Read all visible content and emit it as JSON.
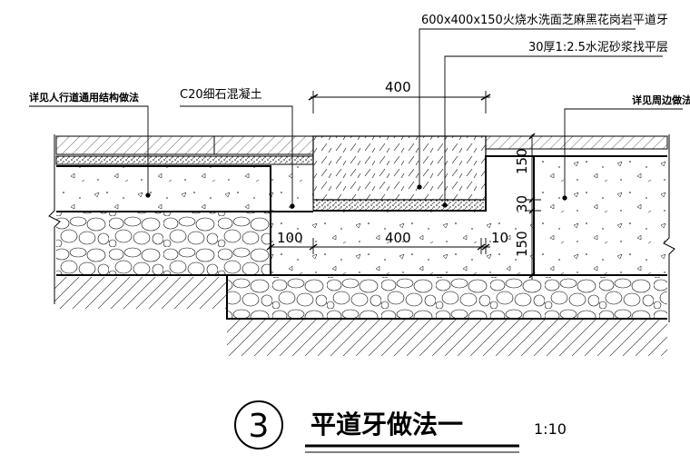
{
  "annotations": {
    "stone_curb": "600x400x150火烧水洗面芝麻黑花岗岩平道牙",
    "mortar_bed": "30厚1:2.5水泥砂浆找平层",
    "sidewalk_ref": "详见人行道通用结构做法",
    "concrete": "C20细石混凝土",
    "adjacent_ref": "详见周边做法"
  },
  "dimensions": {
    "top_width": "400",
    "bottom_width": "400",
    "left_offset": "100",
    "right_offset": "10",
    "upper_height": "150",
    "mortar_height": "30",
    "lower_height": "150"
  },
  "title": {
    "number": "3",
    "text": "平道牙做法一",
    "scale": "1:10"
  }
}
